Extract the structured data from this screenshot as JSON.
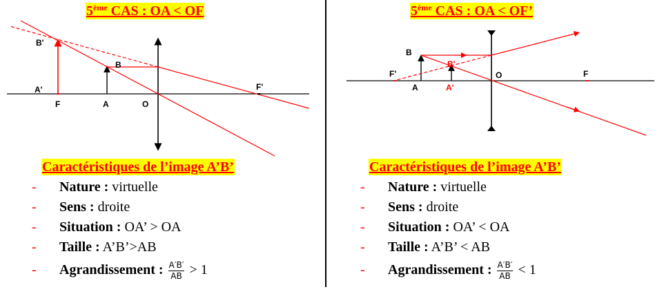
{
  "left": {
    "title": {
      "prefix": "5",
      "sup": "ème",
      "text": " CAS : OA < OF"
    },
    "labels": {
      "B_prime": "B'",
      "A_prime": "A'",
      "B": "B",
      "F": "F",
      "A": "A",
      "O": "O",
      "F_prime": "F'"
    },
    "characteristics_title": "Caractéristiques de l’image A’B’",
    "items": [
      {
        "dash": "-",
        "label": "Nature :",
        "value": " virtuelle"
      },
      {
        "dash": "-",
        "label": "Sens :",
        "value": " droite"
      },
      {
        "dash": "-",
        "label": "Situation :",
        "value": " OA’ > OA"
      },
      {
        "dash": "-",
        "label": "Taille :",
        "value": " A’B’>AB"
      }
    ],
    "grandissement": {
      "dash": "-",
      "label": "Agrandissement :",
      "num": "A′B′",
      "den": "AB",
      "rel": " > 1"
    }
  },
  "right": {
    "title": {
      "prefix": "5",
      "sup": "ème",
      "text": " CAS : OA < OF’"
    },
    "labels": {
      "B": "B",
      "B_prime": "B'",
      "F_prime": "F'",
      "A": "A",
      "A_prime": "A'",
      "O": "O",
      "F": "F"
    },
    "characteristics_title": "Caractéristiques de l’image A’B’",
    "items": [
      {
        "dash": "-",
        "label": "Nature :",
        "value": " virtuelle"
      },
      {
        "dash": "-",
        "label": "Sens :",
        "value": " droite"
      },
      {
        "dash": "-",
        "label": "Situation :",
        "value": " OA’ < OA"
      },
      {
        "dash": "-",
        "label": "Taille :",
        "value": " A’B’ < AB"
      }
    ],
    "grandissement": {
      "dash": "-",
      "label": "Agrandissement :",
      "num": "A′B′",
      "den": "AB",
      "rel": " < 1"
    }
  },
  "colors": {
    "highlight": "#ffff00",
    "title_text": "#ff0000",
    "ray": "#ff0000",
    "axis": "#000000"
  }
}
